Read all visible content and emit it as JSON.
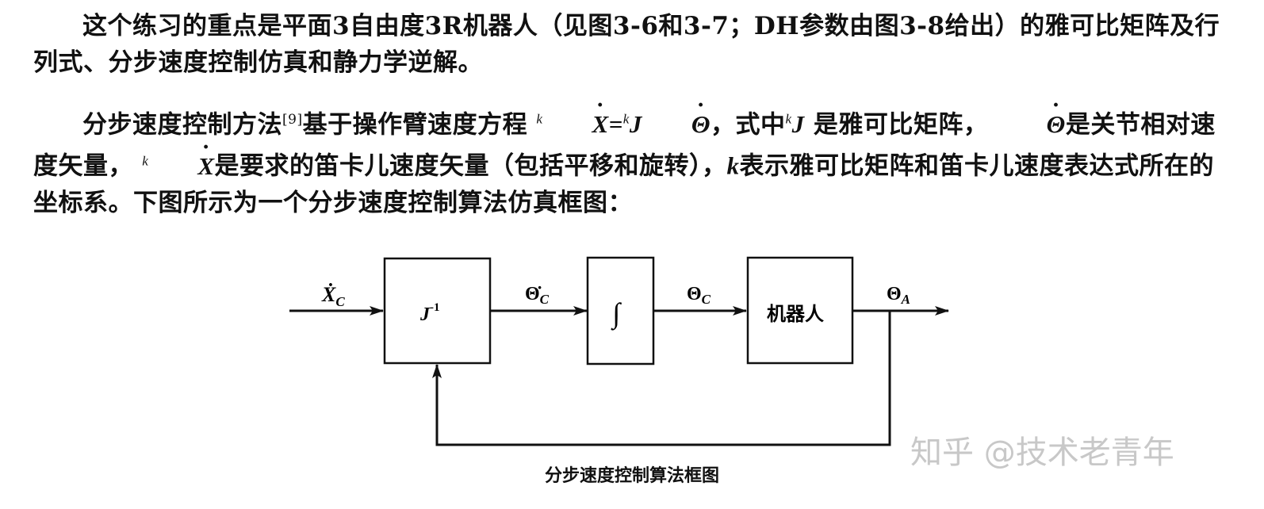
{
  "paragraph1": "这个练习的重点是平面3自由度3R机器人（见图3-6和3-7；DH参数由图3-8给出）的雅可比矩阵及行列式、分步速度控制仿真和静力学逆解。",
  "paragraph2": {
    "lead": "分步速度控制方法",
    "ref": "[9]",
    "after_ref": "基于操作臂速度方程",
    "frame_k": "k",
    "X": "X",
    "eq": "=",
    "J": "J",
    "Theta": "Θ",
    "comma_where": "，式中",
    "J_desc": "是雅可比矩阵，",
    "theta_desc": "是关节相对速度矢量，",
    "x_desc": "是要求的笛卡儿速度矢量（包括平移和旋转），",
    "k_desc": "表示雅可比矩阵和笛卡儿速度表达式所在的坐标系。下图所示为一个分步速度控制算法仿真框图："
  },
  "diagram": {
    "input_label": "Ẋ",
    "input_sub": "C",
    "block1_label": "J",
    "block1_sup": "-1",
    "signal1_label": "Θ̇",
    "signal1_sub": "C",
    "block2_label": "∫",
    "signal2_label": "Θ",
    "signal2_sub": "C",
    "block3_label": "机器人",
    "output_label": "Θ",
    "output_sub": "A"
  },
  "caption": "分步速度控制算法框图",
  "watermark": "知乎 @技术老青年"
}
